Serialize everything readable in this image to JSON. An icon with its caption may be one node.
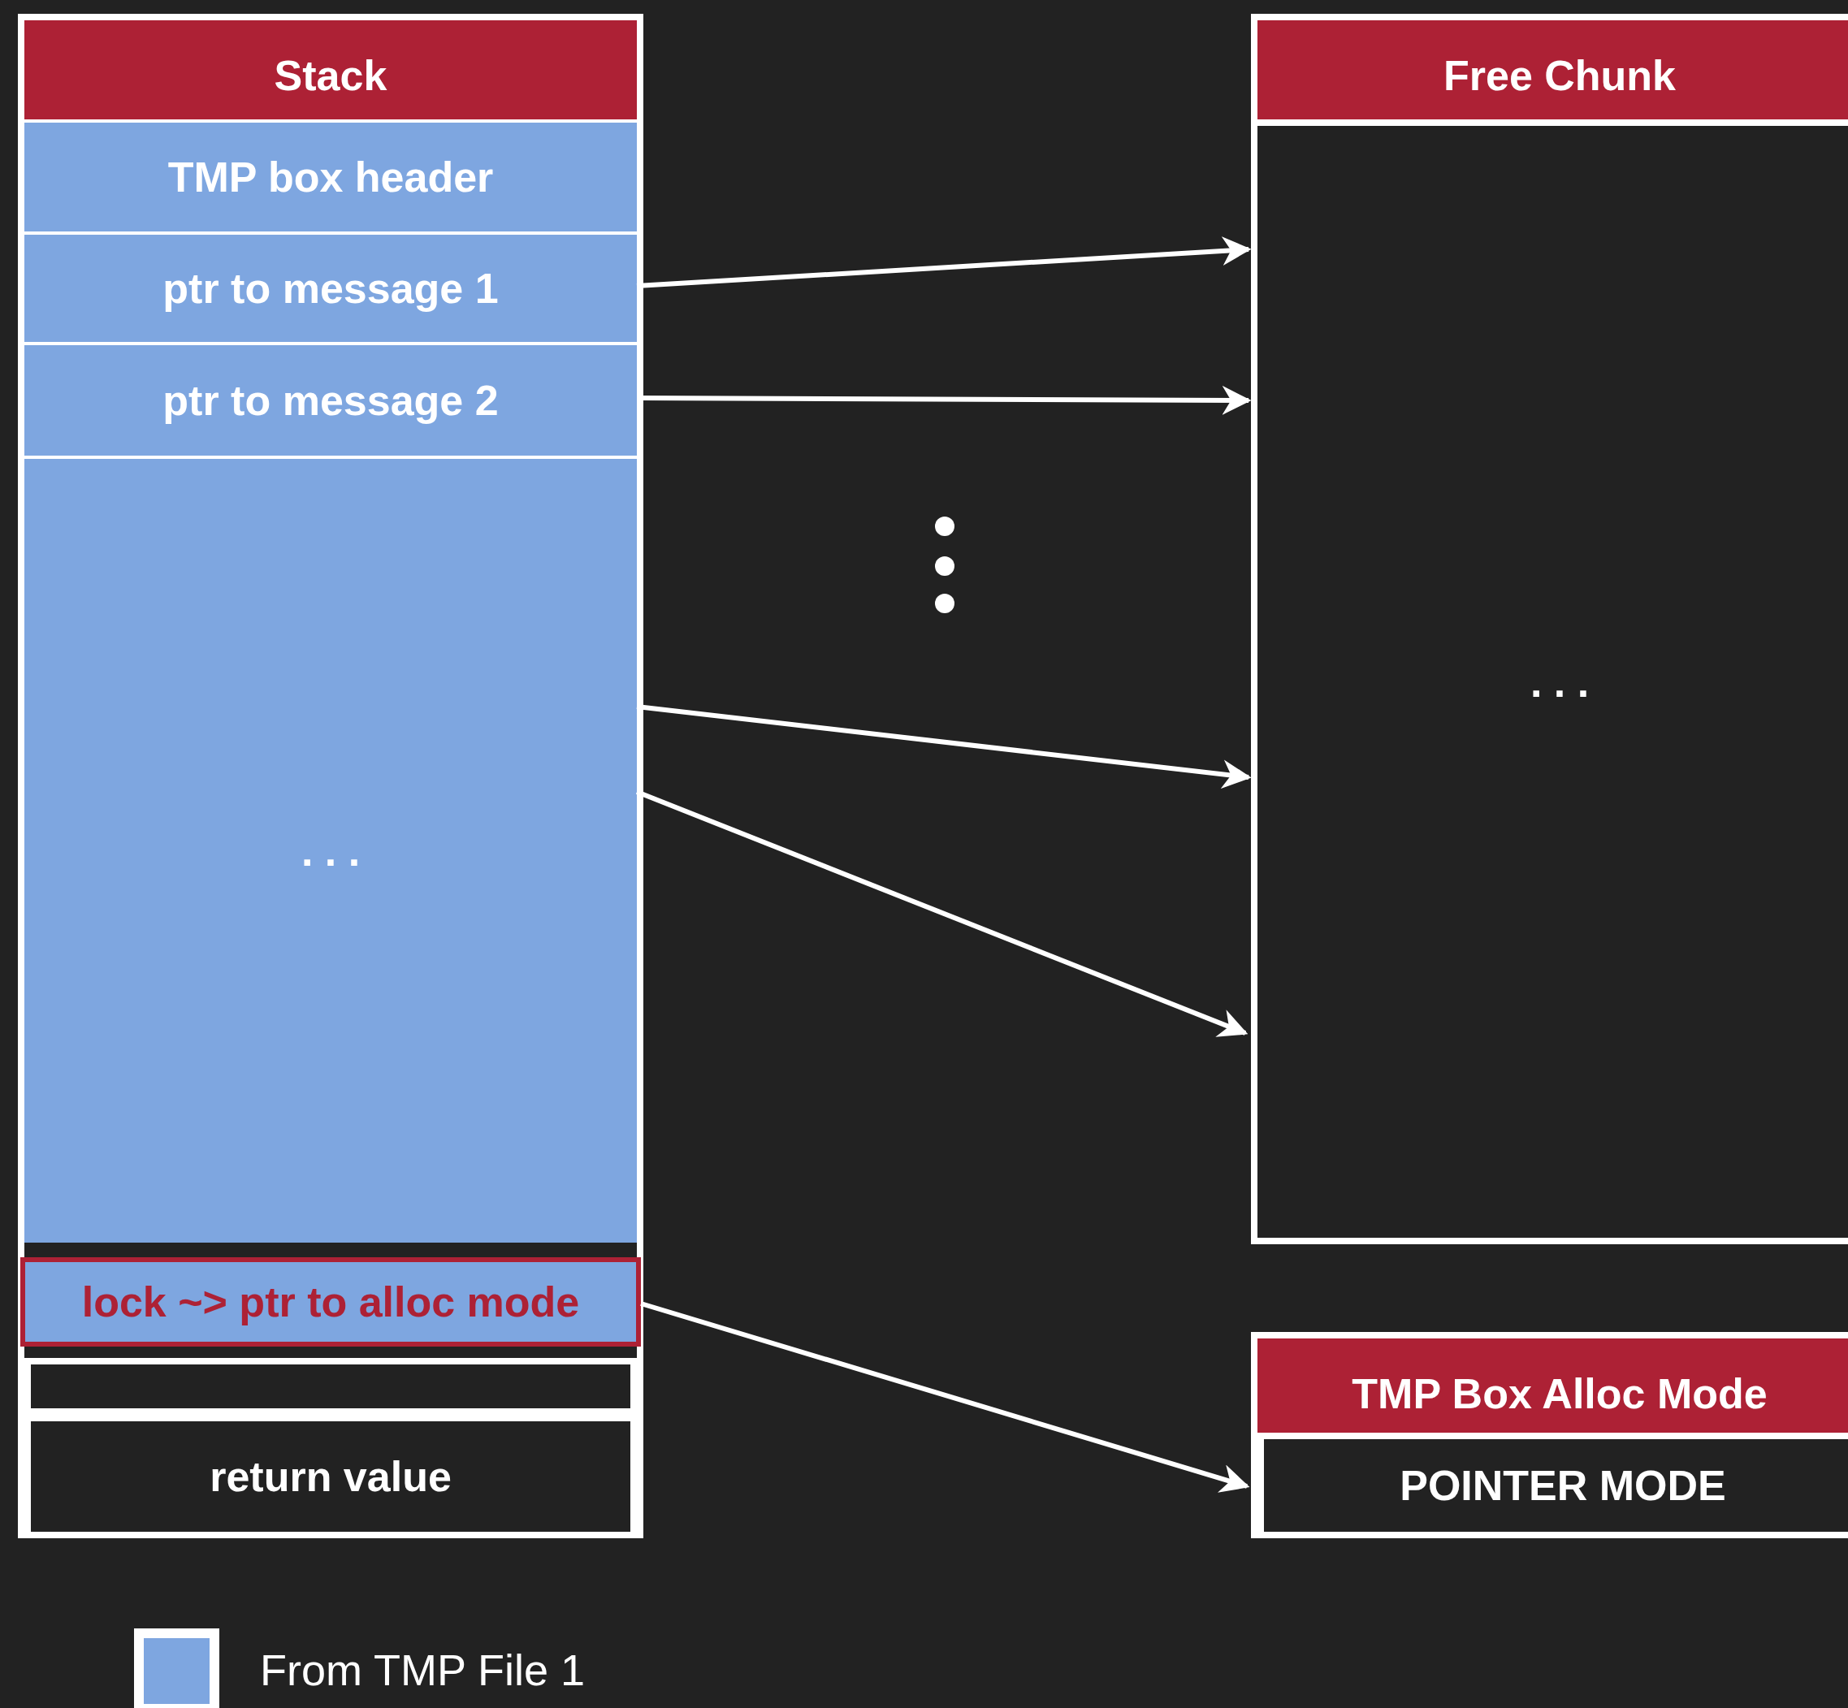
{
  "diagram": {
    "nodes": [
      {
        "text": [
          "Stack"
        ]
      },
      {
        "text": [
          "TMP box header"
        ],
        "in": 0
      },
      {
        "text": [
          "ptr to message 1"
        ],
        "in": 0
      },
      {
        "text": [
          "ptr to message 2"
        ],
        "in": 0
      },
      {
        "text": [
          ". . ."
        ],
        "in": 0
      },
      {
        "text": [
          "lock ~> ptr to alloc mode"
        ],
        "in": 0
      },
      {
        "text": [],
        "shape": "box",
        "in": 0
      },
      {
        "text": [
          "return value"
        ],
        "in": 0
      },
      {
        "text": [
          "Free Chunk",
          ". . ."
        ]
      },
      {
        "text": [
          "TMP Box Alloc Mode"
        ]
      },
      {
        "text": [
          "POINTER MODE"
        ],
        "in": 9
      }
    ],
    "edges": [
      {
        "from": 2,
        "to": 8,
        "arrow": "to"
      },
      {
        "from": 3,
        "to": 8,
        "arrow": "to"
      },
      {
        "from": 4,
        "to": 8,
        "arrow": "to"
      },
      {
        "from": 4,
        "to": 8,
        "arrow": "to"
      },
      {
        "from": 5,
        "to": 10,
        "arrow": "to"
      }
    ],
    "legend": [
      {
        "text": "From TMP File 1",
        "color": "#7ea6e0"
      }
    ]
  }
}
